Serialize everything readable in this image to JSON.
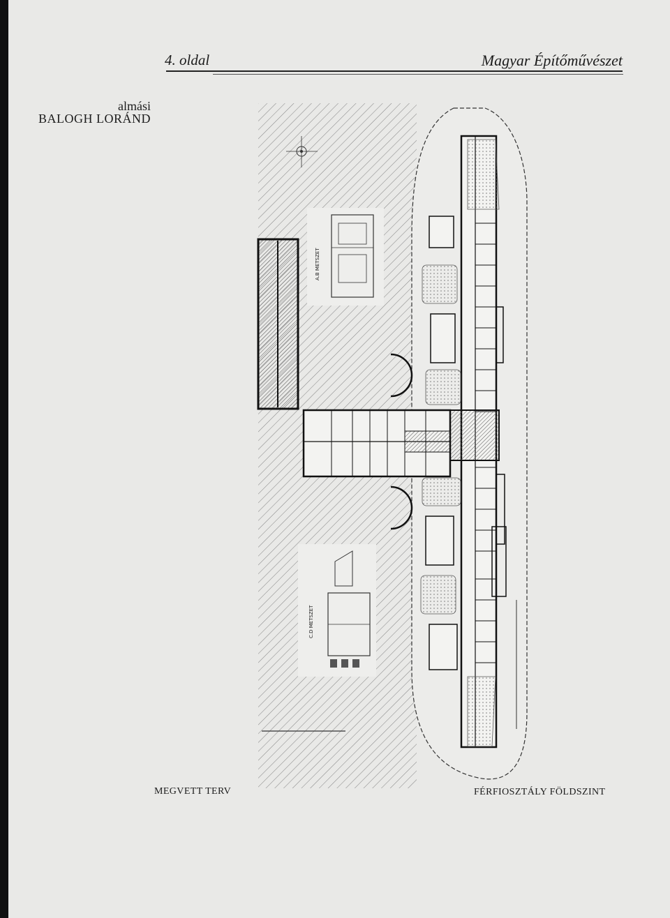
{
  "header": {
    "page_number": "4. oldal",
    "journal": "Magyar Építőművészet"
  },
  "author": {
    "prefix": "almási",
    "name": "BALOGH LORÁND"
  },
  "plan_labels": {
    "section_ab": "A.B METSZET",
    "section_cd": "C.D METSZET"
  },
  "captions": {
    "left": "MEGVETT TERV",
    "right": "FÉRFIOSZTÁLY FÖLDSZINT"
  }
}
